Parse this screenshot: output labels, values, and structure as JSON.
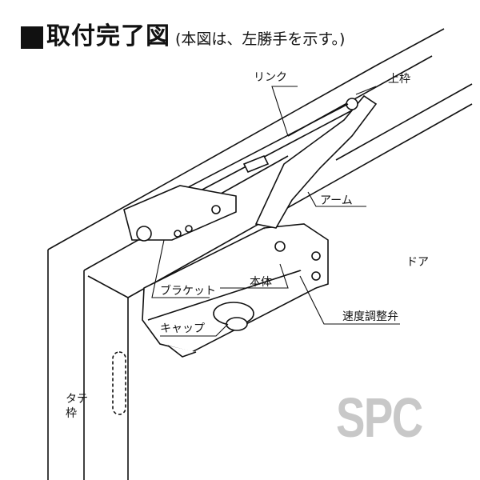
{
  "title": {
    "main": "取付完了図",
    "note": "(本図は、左勝手を示す。)"
  },
  "labels": {
    "link": "リンク",
    "top_frame": "上枠",
    "arm": "アーム",
    "door": "ドア",
    "body": "本体",
    "bracket": "ブラケット",
    "speed_valve": "速度調整弁",
    "cap": "キャップ",
    "side_frame": "タテ\n枠"
  },
  "watermark": "SPC"
}
